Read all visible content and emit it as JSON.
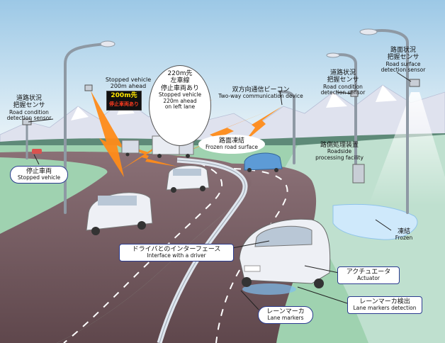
{
  "labels": {
    "road_sensor_left": {
      "jp": "道路状況\n把握センサ",
      "en": "Road condition\ndetection sensor"
    },
    "stopped_vehicle": {
      "jp": "停止車両",
      "en": "Stopped vehicle"
    },
    "stopped_vehicle_ahead": {
      "en": "Stopped vehicle\n200m ahead"
    },
    "vms_sign": {
      "line1": "200m先",
      "line2": "停止車両あり"
    },
    "speech_bubble": {
      "jp": "220m先\n左車線\n停止車両あり",
      "en": "Stopped vehicle\n220m ahead\non left lane"
    },
    "beacon": {
      "jp": "双方向通信ビーコン",
      "en": "Two-way communication device"
    },
    "road_sensor_mid": {
      "jp": "道路状況\n把握センサ",
      "en": "Road condition\ndetection sensor"
    },
    "road_surface_sensor": {
      "jp": "路面状況\n把握センサ",
      "en": "Road surface\ndetection sensor"
    },
    "frozen_road": {
      "jp": "路面凍結",
      "en": "Frozen road surface"
    },
    "roadside_facility": {
      "jp": "路側処理装置",
      "en": "Roadside\nprocessing facility"
    },
    "frozen": {
      "jp": "凍結",
      "en": "Frozen"
    },
    "driver_interface": {
      "jp": "ドライバとのインターフェース",
      "en": "Interface with a driver"
    },
    "actuator": {
      "jp": "アクチュエータ",
      "en": "Actuator"
    },
    "lane_detection": {
      "jp": "レーンマーカ検出",
      "en": "Lane markers detection"
    },
    "lane_markers": {
      "jp": "レーンマーカ",
      "en": "Lane markers"
    }
  },
  "colors": {
    "sky": "#cfe6f2",
    "mountain": "#d9dbe8",
    "grass": "#8cc7a0",
    "road": "#7a5d62",
    "signal": "#ff8c1a",
    "car": "#e6e8ef"
  }
}
